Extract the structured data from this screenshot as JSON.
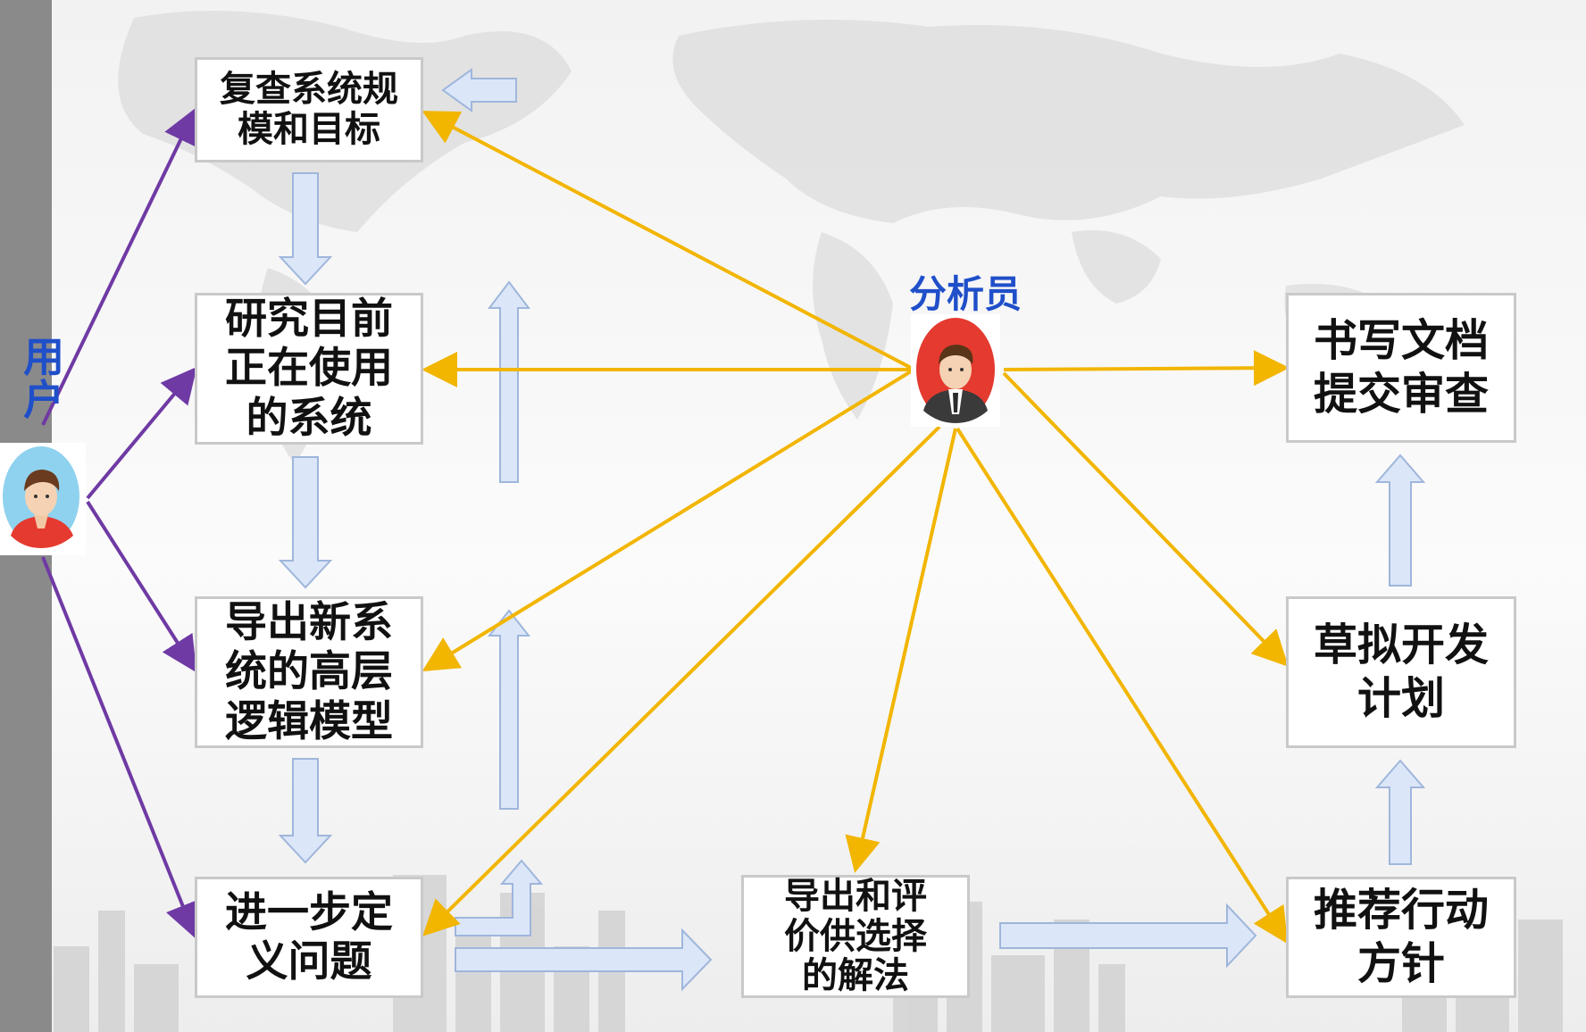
{
  "colors": {
    "leftbar": "#8a8a8a",
    "analyst_arrow": "#f2b500",
    "user_arrow": "#6f3aa4",
    "flow_arrow_fill": "#dbe6f8",
    "flow_arrow_stroke": "#9fb6dc",
    "box_border": "#c9c9c9",
    "actor_label": "#1f4fc9"
  },
  "actors": {
    "user": {
      "label": "用\n户",
      "icon": "user-avatar-icon"
    },
    "analyst": {
      "label": "分析员",
      "icon": "analyst-avatar-icon"
    }
  },
  "steps": {
    "review_scope": "复查系统规\n模和目标",
    "study_current": "研究目前\n正在使用\n的系统",
    "derive_model": "导出新系\n统的高层\n逻辑模型",
    "define_problem": "进一步定\n义问题",
    "derive_solutions": "导出和评\n价供选择\n的解法",
    "recommend_action": "推荐行动\n方针",
    "draft_plan": "草拟开发\n计划",
    "write_docs": "书写文档\n提交审查"
  }
}
